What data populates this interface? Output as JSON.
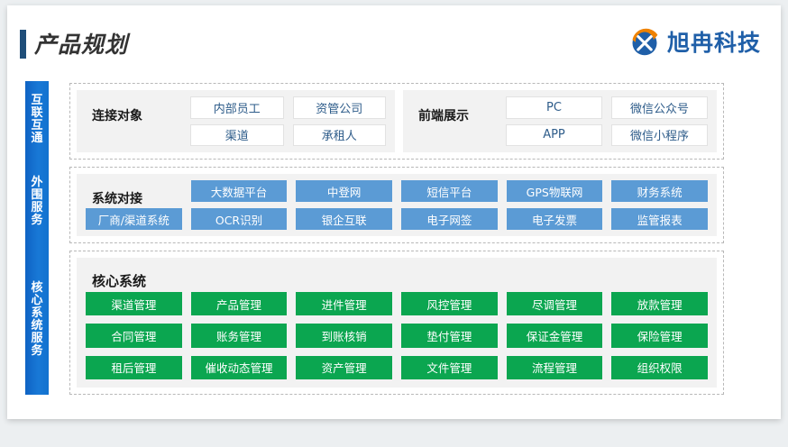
{
  "header": {
    "title": "产品规划",
    "brand_name": "旭冉科技",
    "brand_icon": "xuran-logo-icon",
    "accent_color": "#1f4e79",
    "brand_color": "#1f5fa8"
  },
  "rail": {
    "background_color": "#1272cf",
    "groups": [
      {
        "name": "interconnect",
        "text": "互联互通",
        "chars": [
          "互",
          "联",
          "互",
          "通"
        ]
      },
      {
        "name": "peripheral-services",
        "text": "外围服务",
        "chars": [
          "外",
          "围",
          "服",
          "务"
        ]
      },
      {
        "name": "core-system-services",
        "text": "核心系统服务",
        "chars": [
          "核",
          "心",
          "系",
          "统",
          "服",
          "务"
        ]
      }
    ]
  },
  "sections": [
    {
      "id": "interconnect",
      "panels": [
        {
          "id": "connect-objects",
          "label": "连接对象",
          "chip_style": "white",
          "chip_text_color": "#2e5c8a",
          "items": [
            "内部员工",
            "资管公司",
            "渠道",
            "承租人"
          ]
        },
        {
          "id": "frontend-display",
          "label": "前端展示",
          "chip_style": "white",
          "chip_text_color": "#2e5c8a",
          "items": [
            "PC",
            "微信公众号",
            "APP",
            "微信小程序"
          ]
        }
      ]
    },
    {
      "id": "system-integration",
      "panels": [
        {
          "id": "system-docking",
          "label": "系统对接",
          "chip_style": "blue",
          "chip_color": "#5b9bd5",
          "row1": [
            "大数据平台",
            "中登网",
            "短信平台",
            "GPS物联网",
            "财务系统"
          ],
          "row2": [
            "厂商/渠道系统",
            "OCR识别",
            "银企互联",
            "电子网签",
            "电子发票",
            "监管报表"
          ]
        }
      ]
    },
    {
      "id": "core-system",
      "panels": [
        {
          "id": "core-system-modules",
          "label": "核心系统",
          "chip_style": "green",
          "chip_color": "#0ba650",
          "items": [
            "渠道管理",
            "产品管理",
            "进件管理",
            "风控管理",
            "尽调管理",
            "放款管理",
            "合同管理",
            "账务管理",
            "到账核销",
            "垫付管理",
            "保证金管理",
            "保险管理",
            "租后管理",
            "催收动态管理",
            "资产管理",
            "文件管理",
            "流程管理",
            "组织权限"
          ]
        }
      ]
    }
  ]
}
